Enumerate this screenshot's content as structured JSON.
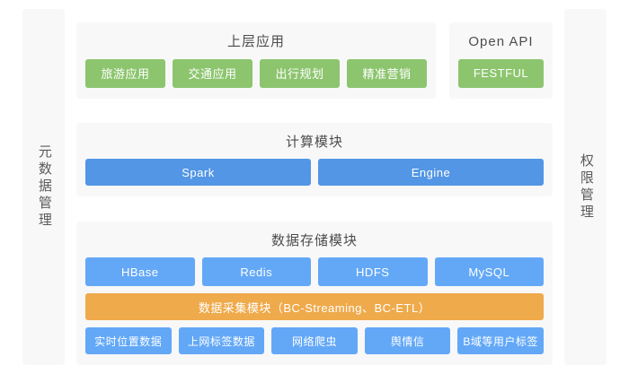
{
  "left_sidebar": {
    "label": "元数据管理"
  },
  "right_sidebar": {
    "label": "权限管理"
  },
  "applications_panel": {
    "title": "上层应用",
    "tiles": [
      {
        "label": "旅游应用",
        "color": "#8cc56e"
      },
      {
        "label": "交通应用",
        "color": "#8cc56e"
      },
      {
        "label": "出行规划",
        "color": "#8cc56e"
      },
      {
        "label": "精准营销",
        "color": "#8cc56e"
      }
    ]
  },
  "open_api_panel": {
    "title": "Open API",
    "tiles": [
      {
        "label": "FESTFUL",
        "color": "#8cc56e"
      }
    ]
  },
  "compute_panel": {
    "title": "计算模块",
    "tiles": [
      {
        "label": "Spark",
        "color": "#5296e5"
      },
      {
        "label": "Engine",
        "color": "#5296e5"
      }
    ]
  },
  "storage_panel": {
    "title": "数据存储模块",
    "storage_tiles": [
      {
        "label": "HBase",
        "color": "#63a8f7"
      },
      {
        "label": "Redis",
        "color": "#63a8f7"
      },
      {
        "label": "HDFS",
        "color": "#63a8f7"
      },
      {
        "label": "MySQL",
        "color": "#63a8f7"
      }
    ],
    "collection_bar": {
      "label": "数据采集模块（BC-Streaming、BC-ETL）",
      "color": "#efaa4b"
    },
    "source_tiles": [
      {
        "label": "实时位置数据",
        "color": "#63a8f7"
      },
      {
        "label": "上网标签数据",
        "color": "#63a8f7"
      },
      {
        "label": "网络爬虫",
        "color": "#63a8f7"
      },
      {
        "label": "舆情信",
        "color": "#63a8f7"
      },
      {
        "label": "B域等用户标签",
        "color": "#63a8f7"
      }
    ]
  },
  "theme": {
    "page_background": "#ffffff",
    "panel_background": "#f8f8f9",
    "title_color": "#4d4d4d",
    "green": "#8cc56e",
    "blue": "#5296e5",
    "light_blue": "#63a8f7",
    "orange": "#efaa4b"
  }
}
